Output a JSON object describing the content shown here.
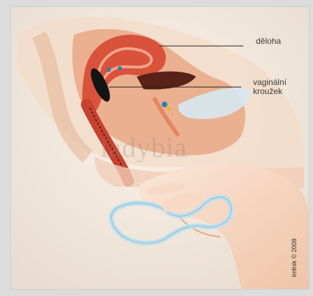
{
  "labels": {
    "uterus": "děloha",
    "ring_line1": "vaginální",
    "ring_line2": "kroužek"
  },
  "watermark": "ladybia",
  "signature": "Imfnik © 2008",
  "colors": {
    "background": "#f4ede4",
    "tissue": "#e7a07f",
    "muscle": "#d9523b",
    "ring": "#bfe1ef",
    "skin": "#f6d7c4"
  }
}
